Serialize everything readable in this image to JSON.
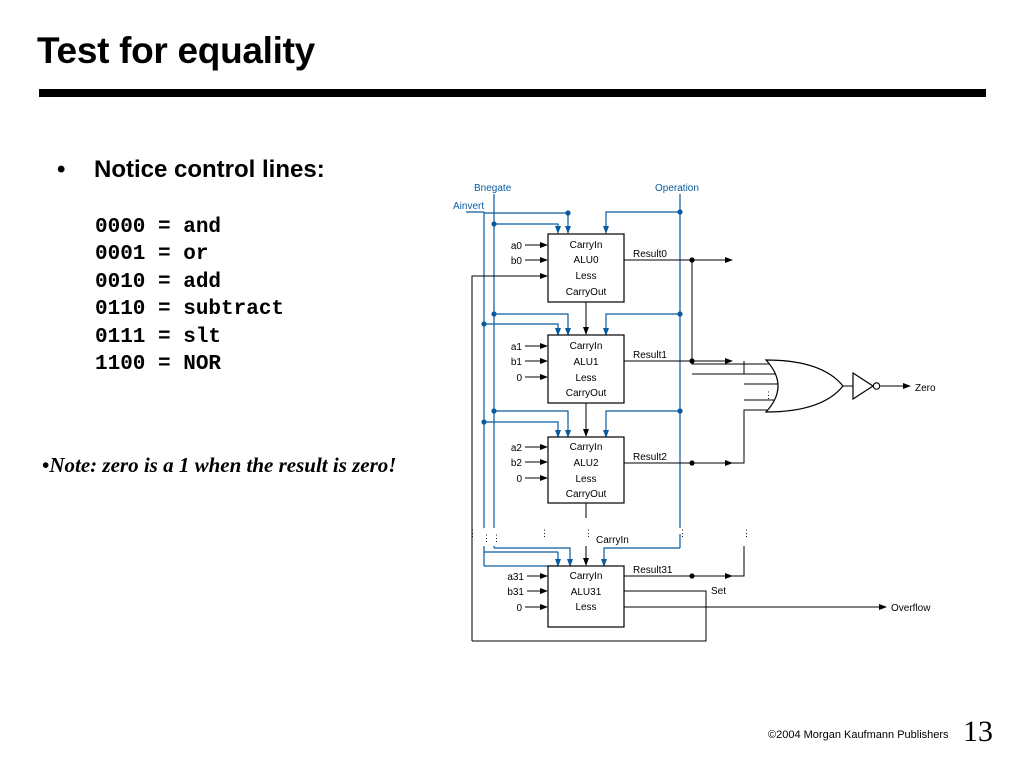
{
  "slide": {
    "title": "Test for equality",
    "bullet_mark": "•",
    "bullet_text": "Notice control lines:",
    "codes": [
      "0000 = and",
      "0001 = or",
      "0010 = add",
      "0110 = subtract",
      "0111 = slt",
      "1100 = NOR"
    ],
    "note_prefix": "•",
    "note_text": "Note:  zero is a 1 when the result is zero!",
    "footer_symbol": "©",
    "footer_text": "2004 Morgan Kaufmann Publishers",
    "page_number": "13"
  },
  "diagram": {
    "control_colors": {
      "wire": "#0a5aa0",
      "label": "#0a5aa0",
      "black": "#000000"
    },
    "labels": {
      "bnegate": "Bnegate",
      "operation": "Operation",
      "ainvert": "Ainvert",
      "zero": "Zero",
      "set": "Set",
      "overflow": "Overflow",
      "carryin_mid": "CarryIn"
    },
    "alus": [
      {
        "box_lines": [
          "CarryIn",
          "ALU0",
          "Less",
          "CarryOut"
        ],
        "in_a": "a0",
        "in_b": "b0",
        "in_less": "",
        "result": "Result0"
      },
      {
        "box_lines": [
          "CarryIn",
          "ALU1",
          "Less",
          "CarryOut"
        ],
        "in_a": "a1",
        "in_b": "b1",
        "in_less": "0",
        "result": "Result1"
      },
      {
        "box_lines": [
          "CarryIn",
          "ALU2",
          "Less",
          "CarryOut"
        ],
        "in_a": "a2",
        "in_b": "b2",
        "in_less": "0",
        "result": "Result2"
      },
      {
        "box_lines": [
          "CarryIn",
          "ALU31",
          "Less"
        ],
        "in_a": "a31",
        "in_b": "b31",
        "in_less": "0",
        "result": "Result31"
      }
    ]
  }
}
